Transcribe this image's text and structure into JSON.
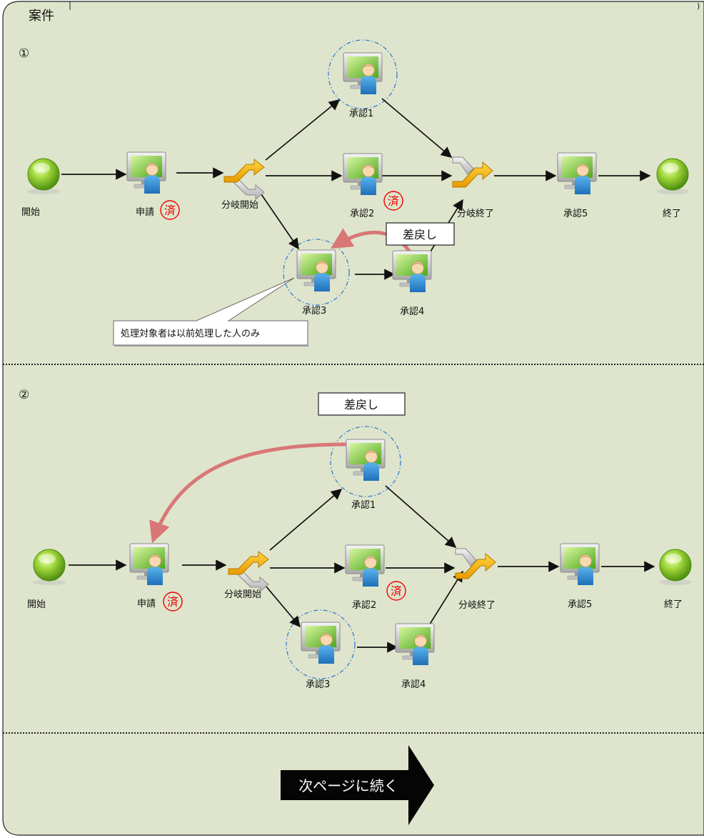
{
  "frame": {
    "title": "案件"
  },
  "sections": [
    {
      "number": "①",
      "nodes": {
        "start": "開始",
        "apply": "申請",
        "branch_start": "分岐開始",
        "approve1": "承認1",
        "approve2": "承認2",
        "approve3": "承認3",
        "approve4": "承認4",
        "branch_end": "分岐終了",
        "approve5": "承認5",
        "end": "終了"
      },
      "done_mark": "済",
      "return_label": "差戻し",
      "callout": "処理対象者は以前処理した人のみ"
    },
    {
      "number": "②",
      "nodes": {
        "start": "開始",
        "apply": "申請",
        "branch_start": "分岐開始",
        "approve1": "承認1",
        "approve2": "承認2",
        "approve3": "承認3",
        "approve4": "承認4",
        "branch_end": "分岐終了",
        "approve5": "承認5",
        "end": "終了"
      },
      "done_mark": "済",
      "return_label": "差戻し"
    }
  ],
  "continue_label": "次ページに続く",
  "colors": {
    "background": "#dee5cc",
    "return_arrow": "#d97777",
    "done_mark": "#ee0000",
    "highlight_ring": "#3a7fd0"
  },
  "icons": [
    "start-circle-icon",
    "user-computer-icon",
    "branch-start-icon",
    "branch-end-icon",
    "end-circle-icon",
    "done-stamp-icon",
    "continue-arrow-icon"
  ]
}
